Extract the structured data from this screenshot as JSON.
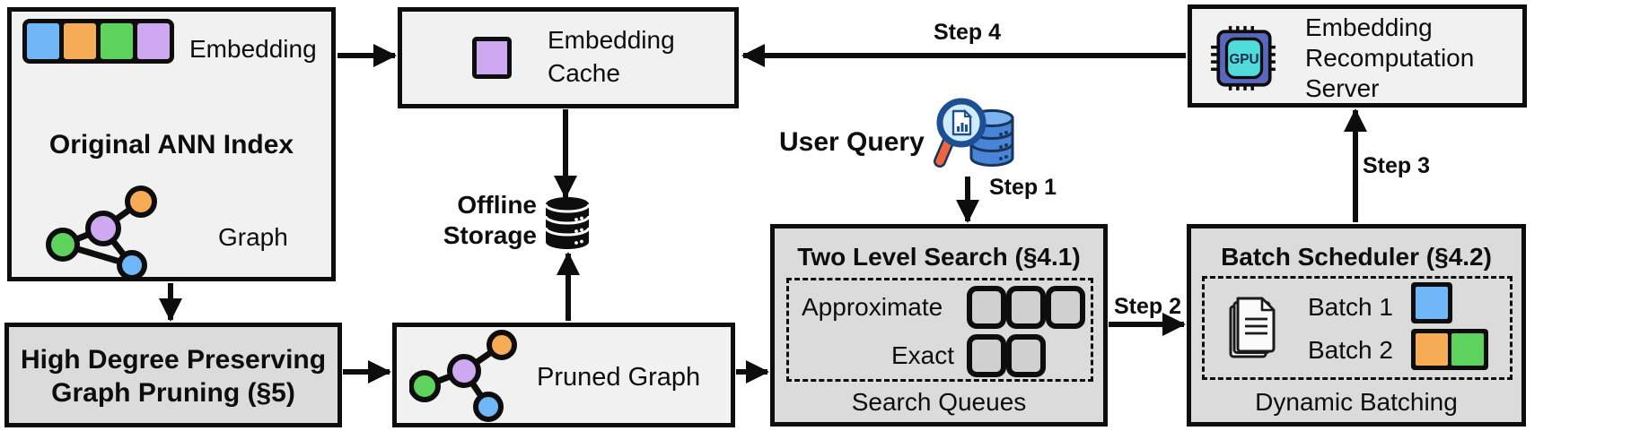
{
  "colors": {
    "blue": "#6FB7F7",
    "orange": "#F6AC55",
    "green": "#5DD35D",
    "purple": "#CEA9F1",
    "box_light": "#F1F1F1",
    "box_dark": "#DBDBDB",
    "queue_fill": "#D0D0D0",
    "line": "#0D0D0D",
    "chip_body": "#5A67BE",
    "chip_screen": "#4EDBD9",
    "db_blue": "#4A84D6",
    "db_blue_light": "#7FB3EF",
    "db_outline": "#16365E",
    "lens": "#CFECF8",
    "rim": "#1C4F93",
    "handle": "#F0653E"
  },
  "nodes": {
    "ann_index": {
      "title": "Original ANN Index",
      "embedding_label": "Embedding",
      "graph_label": "Graph"
    },
    "embedding_cache": {
      "line1": "Embedding",
      "line2": "Cache"
    },
    "recomputation_server": {
      "line1": "Embedding",
      "line2": "Recomputation",
      "line3": "Server",
      "chip_text": "GPU"
    },
    "offline_storage": {
      "line1": "Offline",
      "line2": "Storage"
    },
    "user_query": {
      "label": "User Query"
    },
    "two_level_search": {
      "title": "Two Level Search (§4.1)",
      "row1_label": "Approximate",
      "row2_label": "Exact",
      "approximate_queue_count": 3,
      "exact_queue_count": 2,
      "caption": "Search Queues"
    },
    "batch_scheduler": {
      "title": "Batch Scheduler (§4.2)",
      "batch1_label": "Batch 1",
      "batch2_label": "Batch 2",
      "caption": "Dynamic Batching"
    },
    "graph_pruning": {
      "line1": "High Degree Preserving",
      "line2": "Graph Pruning (§5)"
    },
    "pruned_graph": {
      "label": "Pruned Graph"
    }
  },
  "steps": {
    "step1": "Step 1",
    "step2": "Step 2",
    "step3": "Step 3",
    "step4": "Step 4"
  }
}
